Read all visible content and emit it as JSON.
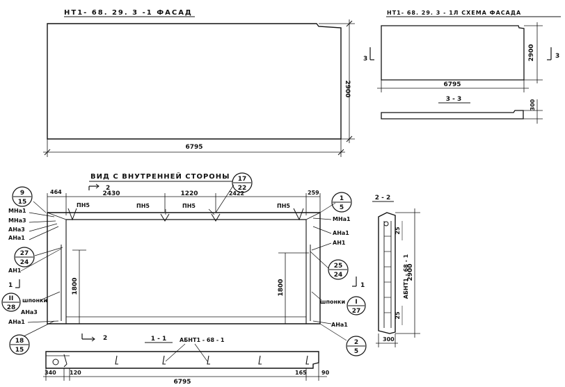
{
  "titles": {
    "facade": "НТ1- 68. 29. 3 -1   ФАСАД",
    "scheme": "НТ1- 68. 29. 3 - 1Л  СХЕМА ФАСАДА",
    "section_33": "3 - 3",
    "inner_view": "ВИД С ВНУТРЕННЕЙ СТОРОНЫ",
    "section_11": "1 - 1",
    "section_22": "2 - 2"
  },
  "dims": {
    "facade_width": "6795",
    "facade_height": "2900",
    "scheme_width": "6795",
    "scheme_height": "2900",
    "scheme_thick": "300",
    "seg_464": "464",
    "seg_2430": "2430",
    "seg_1220": "1220",
    "seg_2422": "2422",
    "seg_259": "259",
    "h_1800_left": "1800",
    "h_1800_right": "1800",
    "bottom_340": "340",
    "bottom_120": "120",
    "bottom_6795": "6795",
    "bottom_165": "165",
    "bottom_90": "90",
    "s22_2900": "2900",
    "s22_300": "300",
    "s22_25_top": "25",
    "s22_25_bot": "25"
  },
  "cuts": {
    "c3_left": "3",
    "c3_right": "3",
    "c2_top": "2",
    "c2_bottom": "2",
    "c1_left": "1",
    "c1_right": "1"
  },
  "marks": {
    "pn5_1": "ПН5",
    "pn5_2": "ПН5",
    "pn5_3": "ПН5",
    "pn5_4": "ПН5",
    "mna1_left": "МНа1",
    "mna3_left": "МНа3",
    "ana3_left": "АНа3",
    "ana1_left": "АНа1",
    "an1_left": "АН1",
    "shponki_left": "шпонки",
    "ana3_bottom_left": "АНа3",
    "ana1_bottom_left": "АНа1",
    "mna1_right": "МНа1",
    "ana1_right": "АНа1",
    "an1_right": "АН1",
    "shponki_right": "шпонки",
    "ana1_bottom_right": "АНа1",
    "abnt1": "АБНТ1 - 68 - 1",
    "abnt1_vertical": "АБНТ1 - 68 - 1"
  },
  "bubbles": [
    {
      "num": "9",
      "den": "15"
    },
    {
      "num": "17",
      "den": "22"
    },
    {
      "num": "1",
      "den": "5"
    },
    {
      "num": "27",
      "den": "24"
    },
    {
      "num": "25",
      "den": "24"
    },
    {
      "num": "II",
      "den": "28"
    },
    {
      "num": "I",
      "den": "27"
    },
    {
      "num": "18",
      "den": "15"
    },
    {
      "num": "2",
      "den": "5"
    }
  ]
}
